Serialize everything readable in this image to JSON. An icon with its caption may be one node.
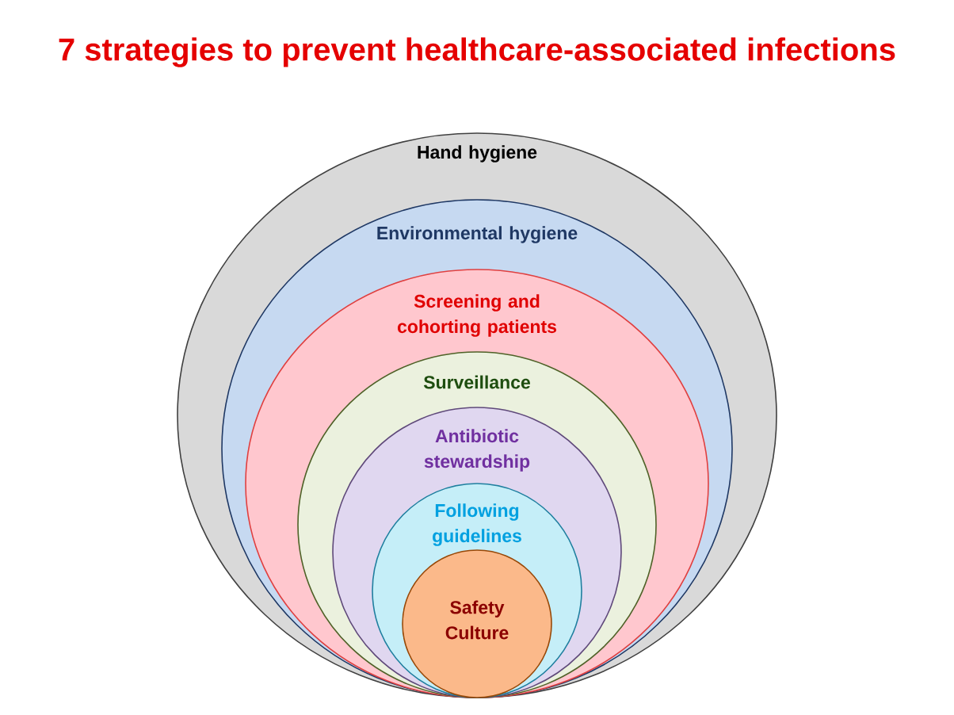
{
  "diagram": {
    "title": "7 strategies to prevent healthcare-associated infections",
    "nodes": [
      {
        "text": [
          "Hand hygiene"
        ]
      },
      {
        "text": [
          "Environmental hygiene"
        ],
        "in": 0
      },
      {
        "text": [
          "Screening and cohorting patients"
        ],
        "in": 1
      },
      {
        "text": [
          "Surveillance"
        ],
        "in": 2
      },
      {
        "text": [
          "Antibiotic stewardship"
        ],
        "in": 3
      },
      {
        "text": [
          "Following guidelines"
        ],
        "in": 4
      },
      {
        "text": [
          "Safety Culture"
        ],
        "in": 5
      }
    ]
  }
}
